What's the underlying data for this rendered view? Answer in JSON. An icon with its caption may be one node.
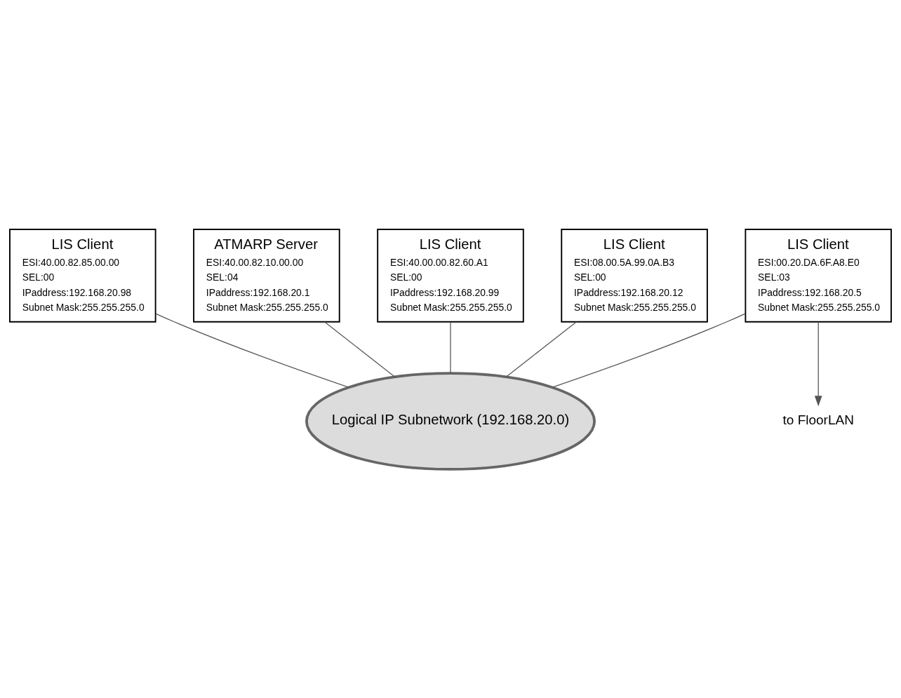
{
  "diagram": {
    "nodes": [
      {
        "text": [
          "LIS Client",
          "ESI:40.00.82.85.00.00",
          "SEL:00",
          "IPaddress:192.168.20.98",
          "Subnet Mask:255.255.255.0"
        ]
      },
      {
        "text": [
          "ATMARP Server",
          "ESI:40.00.82.10.00.00",
          "SEL:04",
          "IPaddress:192.168.20.1",
          "Subnet Mask:255.255.255.0"
        ]
      },
      {
        "text": [
          "Logical IP Subnetwork (192.168.20.0)"
        ]
      },
      {
        "text": [
          "LIS Client",
          "ESI:00.20.DA.6F.A8.E0",
          "SEL:03",
          "IPaddress:192.168.20.5",
          "Subnet Mask:255.255.255.0"
        ]
      },
      {
        "text": [
          "LIS Client",
          "ESI:40.00.00.82.60.A1",
          "SEL:00",
          "IPaddress:192.168.20.99",
          "Subnet Mask:255.255.255.0"
        ]
      },
      {
        "text": [
          "LIS Client",
          "ESI:08.00.5A.99.0A.B3",
          "SEL:00",
          "IPaddress:192.168.20.12",
          "Subnet Mask:255.255.255.0"
        ]
      },
      {
        "text": [
          "to FloorLAN"
        ]
      }
    ],
    "edges": [
      {
        "from": 0,
        "to": 2,
        "arrow": "none"
      },
      {
        "from": 1,
        "to": 2,
        "arrow": "none"
      },
      {
        "from": 3,
        "to": 2,
        "arrow": "none"
      },
      {
        "from": 4,
        "to": 2,
        "arrow": "none"
      },
      {
        "from": 5,
        "to": 2,
        "arrow": "none"
      },
      {
        "from": 3,
        "to": 6,
        "arrow": "to"
      }
    ]
  }
}
